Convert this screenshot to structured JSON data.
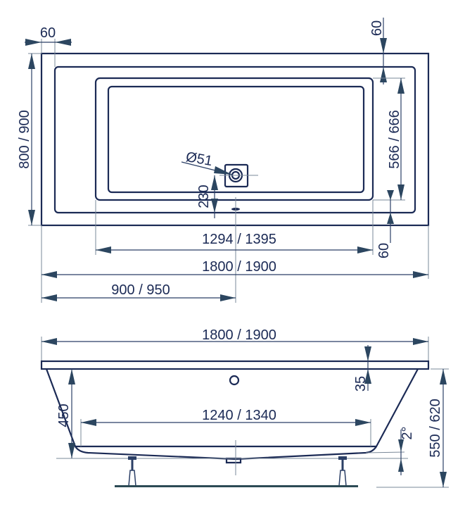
{
  "title": "Bathtub dimension drawing",
  "top_view": {
    "rim_width_left": "60",
    "rim_width_top": "60",
    "rim_width_bottom": "60",
    "width": "800 / 900",
    "inner_width": "566 / 666",
    "drain_diameter": "Ø51",
    "drain_offset": "230",
    "inner_length": "1294 / 1395",
    "length": "1800 / 1900",
    "half_length": "900 / 950"
  },
  "side_view": {
    "length": "1800 / 1900",
    "rim_thickness": "35",
    "depth": "450",
    "bottom_length": "1240 / 1340",
    "total_height": "550 / 620",
    "slope": "2°"
  },
  "colors": {
    "outline": "#1b2a55",
    "arrow": "#2c4660"
  }
}
